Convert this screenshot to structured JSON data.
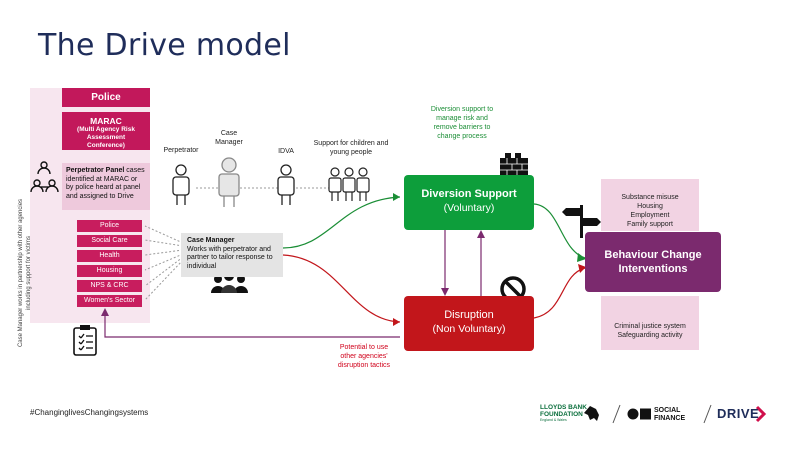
{
  "title": "The Drive model",
  "left_panel": {
    "police": "Police",
    "marac_title": "MARAC",
    "marac_sub": "(Multi Agency Risk Assessment Conference)",
    "perp_panel_bold": "Perpetrator Panel",
    "perp_panel_rest": " cases identified at MARAC or by police heard at panel and assigned to Drive",
    "vertical_note": "Case Manager works in partnership with other agencies including support for victims",
    "agencies": [
      "Police",
      "Social Care",
      "Health",
      "Housing",
      "NPS & CRC",
      "Women's Sector"
    ]
  },
  "people": {
    "perpetrator": "Perpetrator",
    "case_manager": "Case Manager",
    "idva": "IDVA",
    "children": "Support for children and young people"
  },
  "case_manager_box": {
    "heading": "Case Manager",
    "body": "Works with perpetrator and partner to tailor response to individual"
  },
  "diversion_note": "Diversion support to manage risk and remove barriers to change process",
  "diversion": {
    "line1": "Diversion Support",
    "line2": "(Voluntary)"
  },
  "disruption": {
    "line1": "Disruption",
    "line2": "(Non Voluntary)"
  },
  "disruption_note": "Potential to use other agencies' disruption tactics",
  "support_list": "Substance misuse\nHousing\nEmployment\nFamily support",
  "behaviour": "Behaviour Change Interventions",
  "justice_list": "Criminal justice system\nSafeguarding activity",
  "footer": {
    "hashtag": "#ChanginglivesChangingsystems",
    "lloyds_line1": "LLOYDS BANK",
    "lloyds_line2": "FOUNDATION",
    "lloyds_line3": "England & Wales",
    "social": "SOCIAL",
    "finance": "FINANCE",
    "drive": "DRIVE"
  },
  "colors": {
    "magenta": "#c2185b",
    "green": "#0d9e3b",
    "red": "#c2161b",
    "purple": "#7b2a6e",
    "title": "#1f2d5a"
  }
}
